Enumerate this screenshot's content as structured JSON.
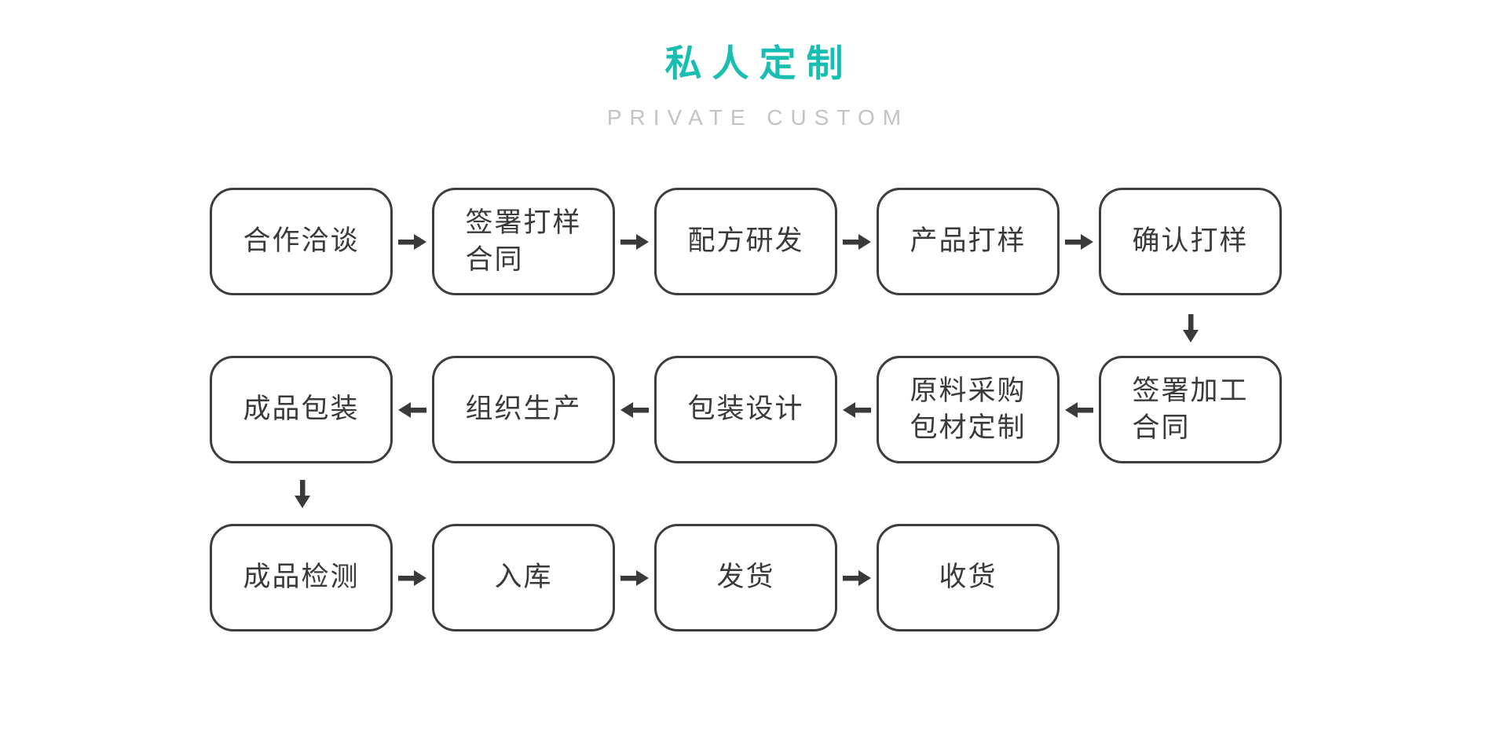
{
  "header": {
    "title": "私人定制",
    "subtitle": "PRIVATE CUSTOM",
    "title_color": "#17beb1",
    "subtitle_color": "#c3c3c3"
  },
  "flow": {
    "box_border_color": "#3d3d3d",
    "text_color": "#3a3a3a",
    "arrow_color": "#3a3a3a",
    "rows": [
      {
        "direction": "right",
        "boxes": [
          {
            "label": "合作洽谈"
          },
          {
            "label": "签署打样\n合同"
          },
          {
            "label": "配方研发"
          },
          {
            "label": "产品打样"
          },
          {
            "label": "确认打样"
          }
        ]
      },
      {
        "direction": "left",
        "boxes": [
          {
            "label": "成品包装"
          },
          {
            "label": "组织生产"
          },
          {
            "label": "包装设计"
          },
          {
            "label": "原料采购\n包材定制"
          },
          {
            "label": "签署加工\n合同"
          }
        ]
      },
      {
        "direction": "right",
        "boxes": [
          {
            "label": "成品检测"
          },
          {
            "label": "入库"
          },
          {
            "label": "发货"
          },
          {
            "label": "收货"
          }
        ]
      }
    ]
  }
}
